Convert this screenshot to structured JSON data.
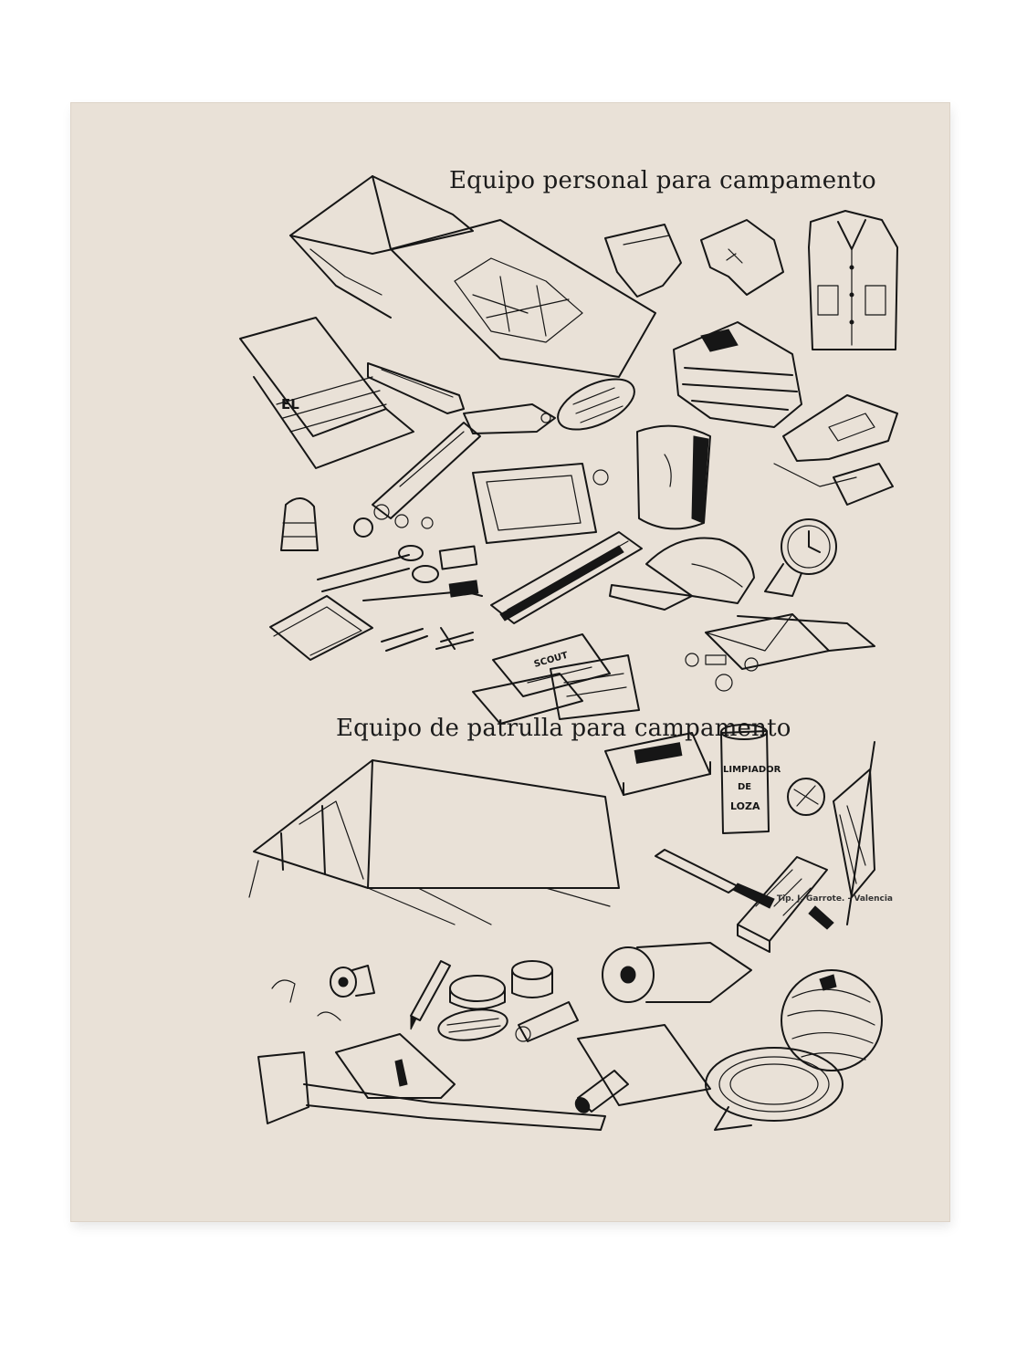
{
  "document": {
    "title_personal": "Equipo personal para campamento",
    "title_patrol": "Equipo de patrulla para campamento",
    "printer_credit": "Tip. J. Garrote. - Valencia"
  },
  "illustration_labels": {
    "newspaper": "EL",
    "booklet": "SCOUT",
    "cleaner_can_line1": "LIMPIADOR",
    "cleaner_can_line2": "DE",
    "cleaner_can_line3": "LOZA"
  },
  "colors": {
    "paper": "#e9e1d7",
    "ink": "#161616",
    "background": "#ffffff"
  }
}
